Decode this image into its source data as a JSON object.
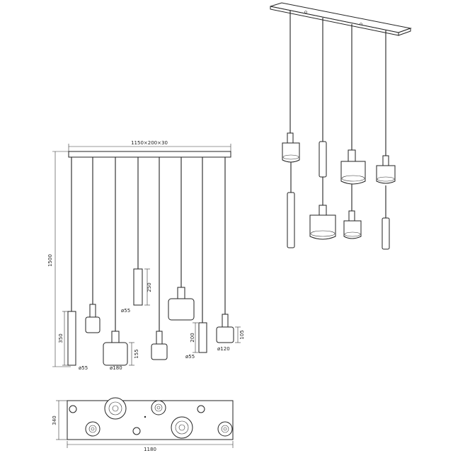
{
  "front_view": {
    "canopy_dimension": "1150×200×30",
    "height_dimension": "1500",
    "labels": {
      "dia_55_a": "ø55",
      "dia_180": "ø180",
      "h_155": "155",
      "h_350": "350",
      "dia_55_b": "ø55",
      "h_250": "250",
      "h_200": "200",
      "dia_55_c": "ø55",
      "dia_120": "ø120",
      "h_105": "105"
    }
  },
  "top_view": {
    "width_dimension": "1180",
    "depth_dimension": "340"
  },
  "colors": {
    "line": "#222222",
    "background": "#ffffff"
  }
}
